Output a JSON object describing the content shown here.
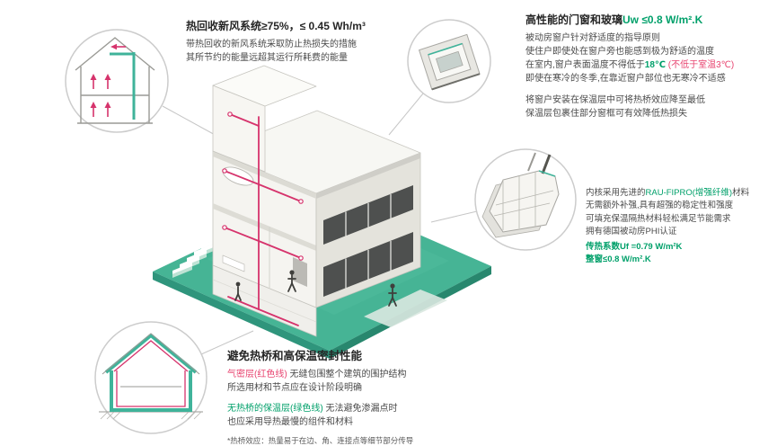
{
  "colors": {
    "teal_ground": "#46b495",
    "green_text": "#00a06a",
    "red_text": "#e8436f",
    "duct_red": "#d6336c",
    "dark_text": "#262626"
  },
  "sections": {
    "heat_recovery": {
      "title": "热回收新风系统≥75%，≤ 0.45 Wh/m³",
      "line1": "带热回收的新风系统采取防止热损失的措施",
      "line2": "其所节约的能量远超其运行所耗费的能量"
    },
    "windows": {
      "title_black": "高性能的门窗和玻璃",
      "title_green": "Uw ≤0.8 W/m².K",
      "p1_line1": "被动房窗户针对舒适度的指导原则",
      "p1_line2": "使住户即使处在窗户旁也能感到极为舒适的温度",
      "p1_line3_a": "在室内,窗户表面温度不得低于",
      "p1_line3_b": "18℃",
      "p1_line3_c": " (不低于室温3℃)",
      "p1_line4": "即使在寒冷的冬季,在靠近窗户部位也无寒冷不适感",
      "p2_line1": "将窗户安装在保温层中可将热桥效应降至最低",
      "p2_line2": "保温层包裹住部分窗框可有效降低热损失"
    },
    "profile": {
      "line1_a": "内核采用先进的",
      "line1_b": "RAU-FIPRO(增强纤维)",
      "line1_c": "材料",
      "line2": "无需额外补强,具有超强的稳定性和强度",
      "line3": "可填充保温隔热材料轻松满足节能需求",
      "line4": "拥有德国被动房PHI认证",
      "line5": "传热系数Uf =0.79 W/m²K",
      "line6": "整窗≤0.8 W/m².K"
    },
    "thermal_bridge": {
      "title": "避免热桥和高保温密封性能",
      "l1_red": "气密层(红色线)",
      "l1_rest": " 无缝包围整个建筑的围护结构",
      "l2": "所选用材和节点应在设计阶段明确",
      "l3_green": "无热桥的保温层(绿色线)",
      "l3_rest": " 无法避免渗漏点时",
      "l4": "也应采用导热最慢的组件和材料",
      "footnote": "*热桥效应：热量易于在边、角、连接点等细节部分传导"
    }
  },
  "graphics": {
    "main_illustration": "isometric-passive-house-cutaway",
    "callouts": [
      {
        "name": "ventilation-cross-section"
      },
      {
        "name": "window-corner-detail"
      },
      {
        "name": "window-profile-cross-section"
      },
      {
        "name": "insulation-airtight-cross-section"
      }
    ]
  }
}
